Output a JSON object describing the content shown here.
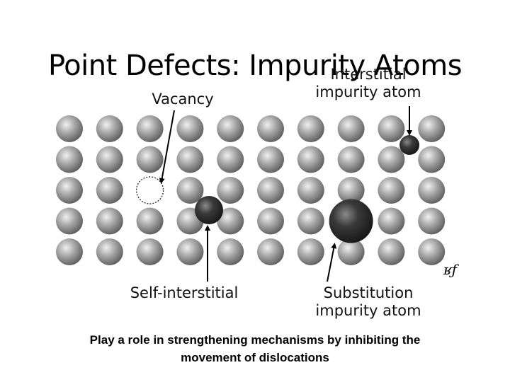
{
  "title": "Point Defects: Impurity Atoms",
  "labels": {
    "vacancy": "Vacancy",
    "interstitial_line1": "Interstitial",
    "interstitial_line2": "impurity atom",
    "self_interstitial": "Self-interstitial",
    "substitution_line1": "Substitution",
    "substitution_line2": "impurity atom"
  },
  "caption_line1": "Play a role in strengthening mechanisms by inhibiting the",
  "caption_line2": "movement of dislocations",
  "signature": "ʁƒ",
  "lattice": {
    "rows": 5,
    "cols": 10,
    "vacancy_cell": [
      2,
      2
    ],
    "substituted_cell": [
      3,
      7
    ]
  },
  "colors": {
    "host_atom": "#9a9a9a",
    "impurity_atom": "#2f2f2f",
    "arrow": "#000000"
  }
}
